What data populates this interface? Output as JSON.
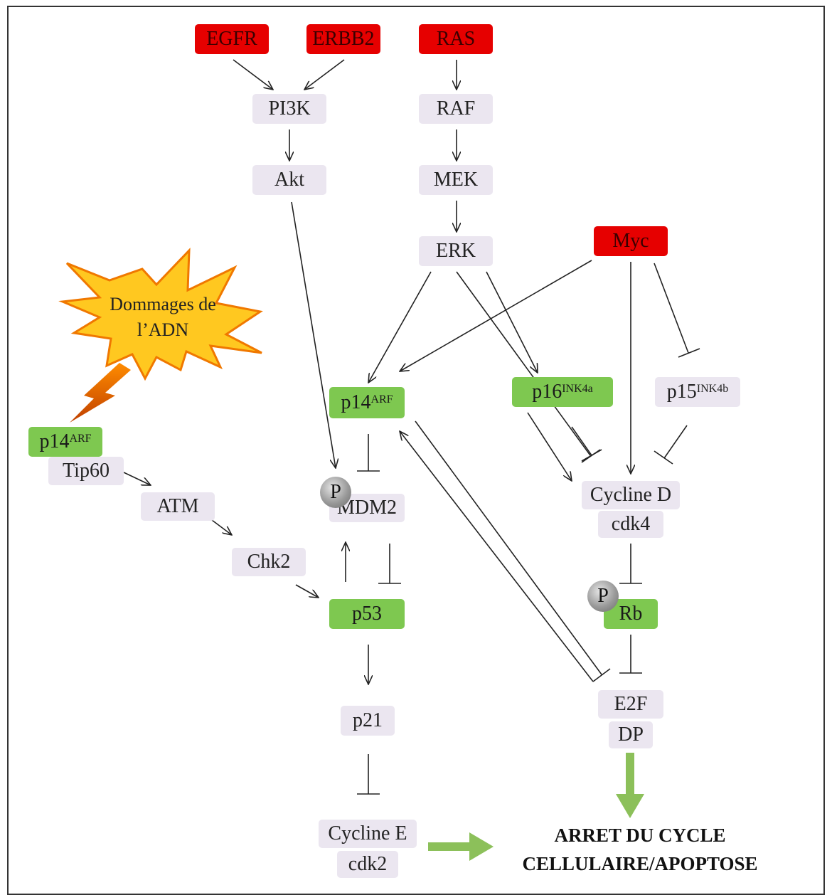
{
  "nodes": {
    "egfr": "EGFR",
    "erbb2": "ERBB2",
    "ras": "RAS",
    "pi3k": "PI3K",
    "raf": "RAF",
    "akt": "Akt",
    "mek": "MEK",
    "erk": "ERK",
    "myc": "Myc",
    "p14_center": {
      "base": "p14",
      "sup": "ARF"
    },
    "p16": {
      "base": "p16",
      "sup": "INK4a"
    },
    "p15": {
      "base": "p15",
      "sup": "INK4b"
    },
    "p14_left": {
      "base": "p14",
      "sup": "ARF"
    },
    "tip60": "Tip60",
    "atm": "ATM",
    "chk2": "Chk2",
    "mdm2": "MDM2",
    "p53": "p53",
    "p21": "p21",
    "cycline_e": "Cycline E",
    "cdk2": "cdk2",
    "cycline_d": "Cycline D",
    "cdk4": "cdk4",
    "rb": "Rb",
    "e2f": "E2F",
    "dp": "DP"
  },
  "phospho_label": "P",
  "burst": {
    "line1": "Dommages de",
    "line2": "l’ADN"
  },
  "outcome": {
    "line1": "ARRET DU CYCLE",
    "line2": "CELLULAIRE/APOPTOSE"
  },
  "colors": {
    "oncogene": "#e60000",
    "suppressor": "#7ec850",
    "protein": "#ebe6f0",
    "burst_fill": "#ffc820",
    "burst_stroke": "#f07800",
    "outcome_arrow": "#8cc05a"
  }
}
